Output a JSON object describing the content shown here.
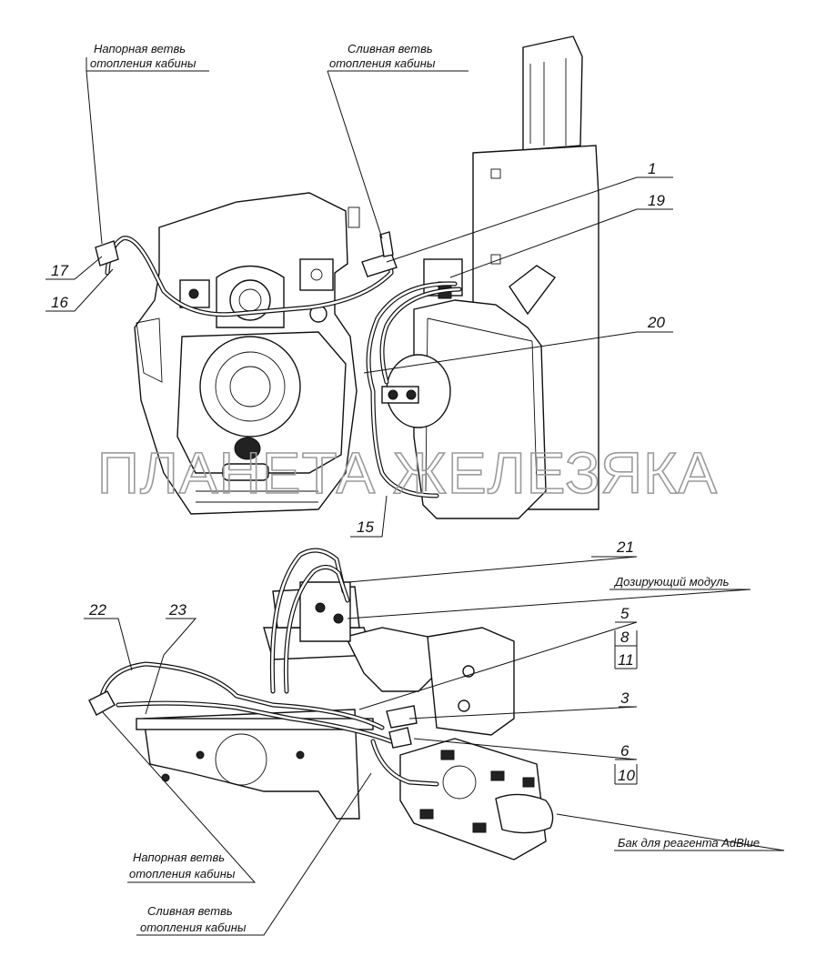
{
  "labels": {
    "top_pressure_l1": "Напорная ветвь",
    "top_pressure_l2": "отопления кабины",
    "top_drain_l1": "Сливная ветвь",
    "top_drain_l2": "отопления кабины",
    "dosing_module": "Дозирующий модуль",
    "tank": "Бак для реагента AdBlue",
    "bottom_pressure_l1": "Напорная ветвь",
    "bottom_pressure_l2": "отопления кабины",
    "bottom_drain_l1": "Сливная ветвь",
    "bottom_drain_l2": "отопления кабины"
  },
  "callouts": {
    "n1": "1",
    "n19": "19",
    "n17": "17",
    "n16": "16",
    "n20": "20",
    "n15": "15",
    "n21": "21",
    "n22": "22",
    "n23": "23",
    "n5": "5",
    "n8": "8",
    "n11": "11",
    "n3": "3",
    "n6": "6",
    "n10": "10"
  },
  "watermark": "ПЛАНЕТА ЖЕЛЕЗЯКА"
}
